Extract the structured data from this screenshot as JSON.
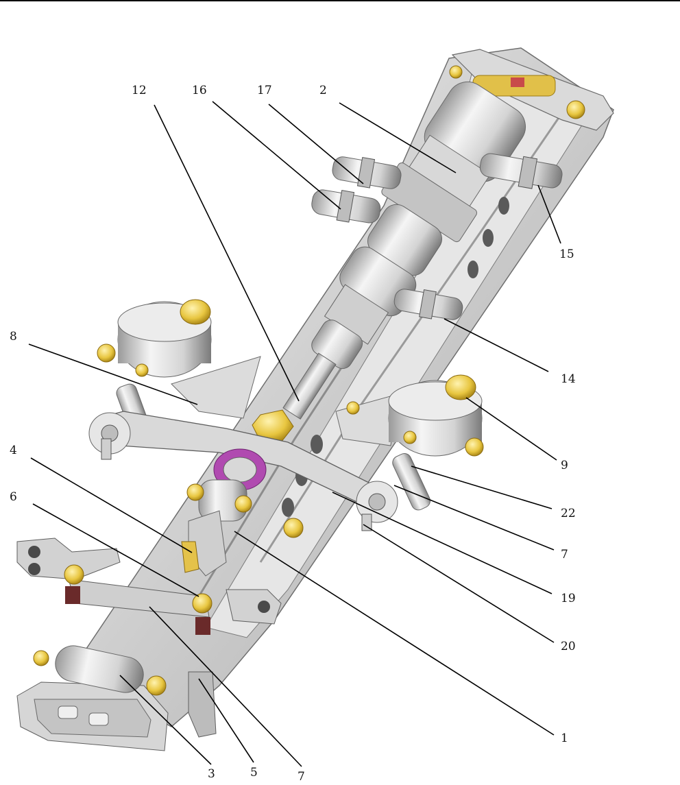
{
  "figure": {
    "labels": [
      {
        "id": "12",
        "text": "12"
      },
      {
        "id": "16",
        "text": "16"
      },
      {
        "id": "17",
        "text": "17"
      },
      {
        "id": "2",
        "text": "2"
      },
      {
        "id": "15",
        "text": "15"
      },
      {
        "id": "14",
        "text": "14"
      },
      {
        "id": "8",
        "text": "8"
      },
      {
        "id": "9",
        "text": "9"
      },
      {
        "id": "4",
        "text": "4"
      },
      {
        "id": "22",
        "text": "22"
      },
      {
        "id": "6",
        "text": "6"
      },
      {
        "id": "7a",
        "text": "7"
      },
      {
        "id": "19",
        "text": "19"
      },
      {
        "id": "20",
        "text": "20"
      },
      {
        "id": "1",
        "text": "1"
      },
      {
        "id": "3",
        "text": "3"
      },
      {
        "id": "5",
        "text": "5"
      },
      {
        "id": "7b",
        "text": "7"
      }
    ]
  },
  "colors": {
    "metal_light": "#f2f2f2",
    "metal_mid": "#cfcfcf",
    "metal_dark": "#8e8e8e",
    "bolt": "#e8c640",
    "bolt_dark": "#b38f1a",
    "magenta": "#b04ab0",
    "rubber": "#6a2a2a"
  }
}
